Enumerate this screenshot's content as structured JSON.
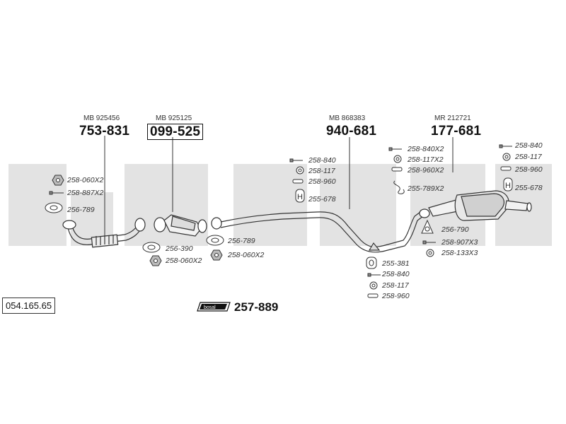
{
  "reference": "054.165.65",
  "kit": {
    "number": "257-889",
    "logo_text": "bosal"
  },
  "components": [
    {
      "oem": "MB 925456",
      "part_no": "753-831",
      "boxed": false
    },
    {
      "oem": "MB 925125",
      "part_no": "099-525",
      "boxed": true
    },
    {
      "oem": "MB 868383",
      "part_no": "940-681",
      "boxed": false
    },
    {
      "oem": "MR 212721",
      "part_no": "177-681",
      "boxed": false
    }
  ],
  "hardware_labels": {
    "h1": "258-060X2",
    "h2": "258-887X2",
    "h3": "256-789",
    "h4": "256-390",
    "h5": "258-060X2",
    "h6": "256-789",
    "h7": "258-060X2",
    "h8": "258-840",
    "h9": "258-117",
    "h10": "258-960",
    "h11": "255-678",
    "h12": "258-840X2",
    "h13": "258-117X2",
    "h14": "258-960X2",
    "h15": "255-789X2",
    "h16": "258-840",
    "h17": "258-117",
    "h18": "258-960",
    "h19": "255-678",
    "h20": "256-790",
    "h21": "258-907X3",
    "h22": "258-133X3",
    "h23": "255-381",
    "h24": "258-840",
    "h25": "258-117",
    "h26": "258-960"
  },
  "colors": {
    "watermark": "#e3e3e3",
    "line": "#333333"
  }
}
